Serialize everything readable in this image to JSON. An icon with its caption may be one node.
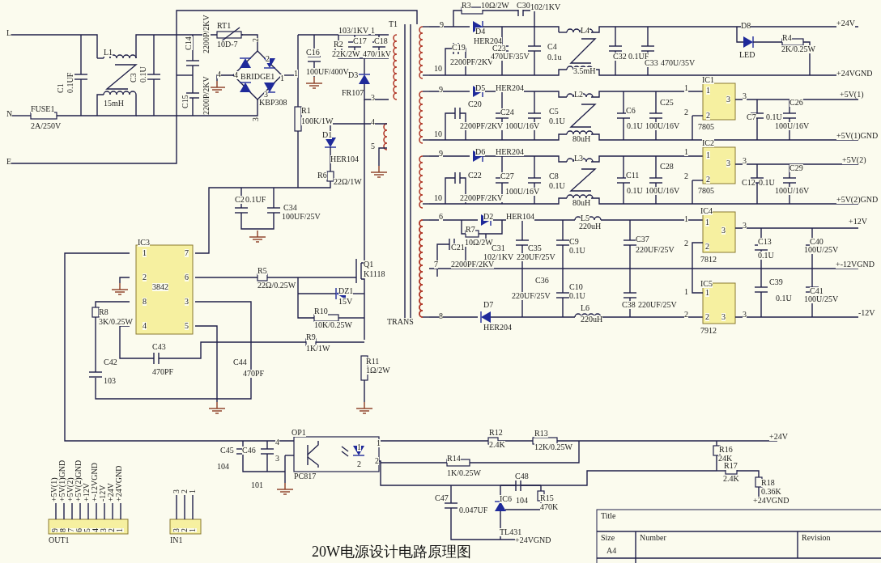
{
  "diagram": {
    "caption": "20W电源设计电路原理图",
    "labels": [
      "L",
      "N",
      "E",
      "FUSE1",
      "2A/250V",
      "C1",
      "0.1UF",
      "L1",
      "15mH",
      "C3",
      "0.1U",
      "C14",
      "2200P/2KV",
      "C15",
      "2200P/2KV",
      "RT1",
      "10D-7",
      "2",
      "2",
      "4",
      "4",
      "1",
      "1",
      "3",
      "3",
      "BRIDGE1",
      "KBP308",
      "C16",
      "100UF/400V",
      "R2",
      "22K/2W",
      "103/1KV",
      "1",
      "C17",
      "C18",
      "470/1kV",
      "D3",
      "FR107",
      "3",
      "4",
      "5",
      "R1",
      "100K/1W",
      "D1",
      "HER104",
      "R6",
      "22Ω/1W",
      "T1",
      "TRANS",
      "C2",
      "0.1UF",
      "C34",
      "100UF/25V",
      "IC3",
      "3842",
      "1",
      "2",
      "8",
      "4",
      "7",
      "6",
      "3",
      "5",
      "R5",
      "22Ω/0.25W",
      "Q1",
      "K1118",
      "DZ1",
      "15V",
      "R10",
      "10K/0.25W",
      "R9",
      "1K/1W",
      "R11",
      "1Ω/2W",
      "R8",
      "3K/0.25W",
      "C43",
      "470PF",
      "C42",
      "103",
      "C44",
      "470PF",
      "9",
      "R3",
      "10Ω/2W",
      "C30",
      "102/1KV",
      "D4",
      "HER204",
      "C19",
      "2200PF/2KV",
      "10",
      "C23",
      "470UF/35V",
      "C4",
      "0.1u",
      "L4",
      "3.5mH",
      "C32",
      "0.1UF",
      "C33",
      "470U/35V",
      "D8",
      "LED",
      "R4",
      "2K/0.25W",
      "+24V",
      "+24VGND",
      "9",
      "D5",
      "HER204",
      "C20",
      "2200PF/2KV",
      "10",
      "C24",
      "100U/16V",
      "C5",
      "0.1U",
      "L2",
      "80uH",
      "C6",
      "0.1U",
      "C25",
      "100U/16V",
      "IC1",
      "1",
      "2",
      "1",
      "2",
      "3",
      "3",
      "7805",
      "C7",
      "0.1U",
      "C26",
      "100U/16V",
      "+5V(1)",
      "+5V(1)GND",
      "9",
      "D6",
      "HER204",
      "C22",
      "10",
      "2200PF/2KV",
      "C27",
      "100U/16V",
      "C8",
      "0.1U",
      "L3",
      "80uH",
      "C11",
      "0.1U",
      "C28",
      "100U/16V",
      "IC2",
      "1",
      "2",
      "1",
      "2",
      "3",
      "3",
      "7805",
      "C12",
      "0.1U",
      "C29",
      "100U/16V",
      "+5V(2)",
      "+5V(2)GND",
      "6",
      "D2",
      "HER104",
      "R7",
      "10Ω/2W",
      "C31",
      "102/1KV",
      "C21",
      "7",
      "2200PF/2KV",
      "C35",
      "220UF/25V",
      "C9",
      "0.1U",
      "L5",
      "220uH",
      "C37",
      "220UF/25V",
      "IC4",
      "1",
      "2",
      "1",
      "2",
      "3",
      "3",
      "7812",
      "C13",
      "0.1U",
      "C40",
      "100U/25V",
      "+12V",
      "+-12VGND",
      "C36",
      "220UF/25V",
      "C10",
      "0.1U",
      "D7",
      "HER204",
      "8",
      "L6",
      "220uH",
      "C38",
      "220UF/25V",
      "IC5",
      "1",
      "2",
      "1",
      "2",
      "3",
      "3",
      "7912",
      "C39",
      "0.1U",
      "C41",
      "100U/25V",
      "-12V",
      "OP1",
      "4",
      "3",
      "C45",
      "104",
      "C46",
      "101",
      "PC817",
      "1",
      "2",
      "1",
      "2",
      "R12",
      "2.4K",
      "R13",
      "12K/0.25W",
      "+24V",
      "R14",
      "1K/0.25W",
      "R16",
      "24K",
      "R17",
      "2.4K",
      "R18",
      "0.36K",
      "+24VGND",
      "C48",
      "104",
      "C47",
      "0.047UF",
      "IC6",
      "R15",
      "470K",
      "TL431",
      "+24VGND",
      "+5V(1)",
      "+5V(1)GND",
      "+5V(2)",
      "+5V(2)GND",
      "+12V",
      "+-12VGND",
      "-12V",
      "+24V",
      "+24VGND",
      "9",
      "8",
      "7",
      "6",
      "5",
      "4",
      "3",
      "2",
      "1",
      "OUT1",
      "3",
      "2",
      "1",
      "3",
      "2",
      "1",
      "IN1",
      "Title",
      "Size",
      "A4",
      "Number",
      "Revision"
    ]
  }
}
